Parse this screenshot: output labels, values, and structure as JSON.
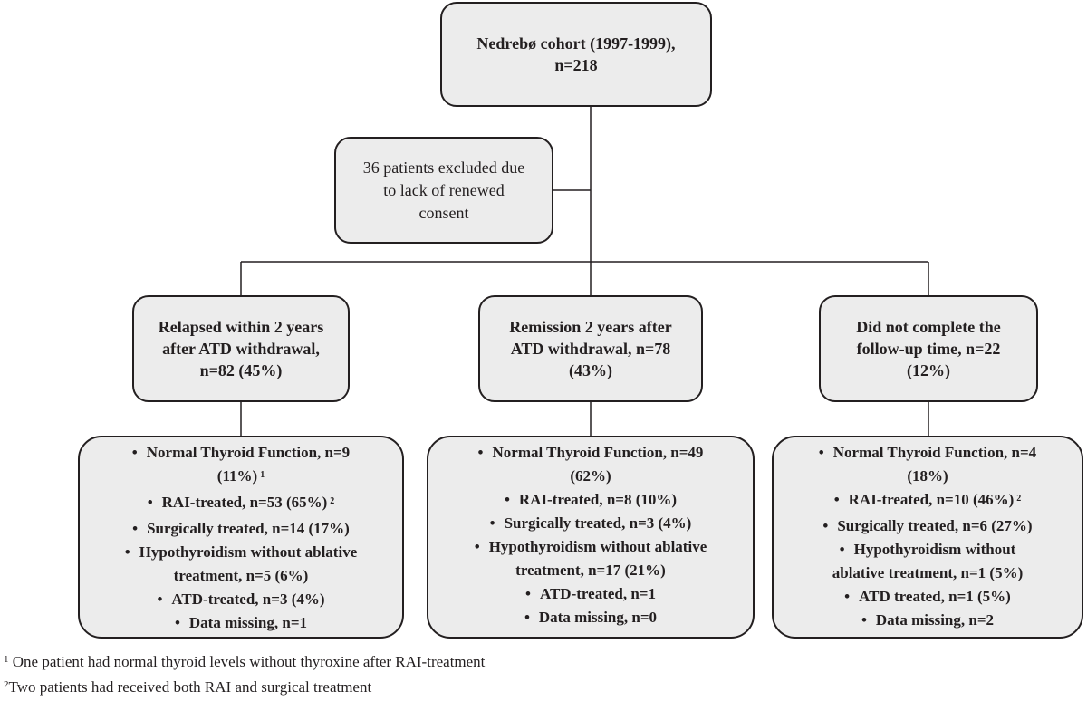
{
  "top_box": {
    "line1": "Nedrebø cohort (1997-1999),",
    "line2": "n=218"
  },
  "excluded_box": {
    "line1": "36 patients excluded due",
    "line2": "to lack of renewed",
    "line3": "consent"
  },
  "groups": [
    {
      "lines": [
        "Relapsed within 2 years",
        "after ATD withdrawal,",
        "n=82 (45%)"
      ]
    },
    {
      "lines": [
        "Remission 2 years after",
        "ATD withdrawal, n=78",
        "(43%)"
      ]
    },
    {
      "lines": [
        "Did not complete the",
        "follow-up time, n=22",
        "(12%)"
      ]
    }
  ],
  "outcomes": [
    {
      "items": [
        {
          "lines": [
            "Normal Thyroid Function, n=9",
            "(11%)"
          ],
          "sup": "1"
        },
        {
          "lines": [
            "RAI-treated, n=53 (65%)"
          ],
          "sup": "2"
        },
        {
          "lines": [
            "Surgically treated, n=14 (17%)"
          ],
          "sup": ""
        },
        {
          "lines": [
            "Hypothyroidism without ablative",
            "treatment, n=5 (6%)"
          ],
          "sup": ""
        },
        {
          "lines": [
            "ATD-treated, n=3 (4%)"
          ],
          "sup": ""
        },
        {
          "lines": [
            "Data missing, n=1"
          ],
          "sup": ""
        }
      ]
    },
    {
      "items": [
        {
          "lines": [
            "Normal Thyroid Function, n=49",
            "(62%)"
          ],
          "sup": ""
        },
        {
          "lines": [
            "RAI-treated, n=8 (10%)"
          ],
          "sup": ""
        },
        {
          "lines": [
            "Surgically treated, n=3 (4%)"
          ],
          "sup": ""
        },
        {
          "lines": [
            "Hypothyroidism without ablative",
            "treatment, n=17 (21%)"
          ],
          "sup": ""
        },
        {
          "lines": [
            "ATD-treated, n=1"
          ],
          "sup": ""
        },
        {
          "lines": [
            "Data missing, n=0"
          ],
          "sup": ""
        }
      ]
    },
    {
      "items": [
        {
          "lines": [
            "Normal Thyroid Function, n=4",
            "(18%)"
          ],
          "sup": ""
        },
        {
          "lines": [
            "RAI-treated, n=10 (46%)"
          ],
          "sup": "2"
        },
        {
          "lines": [
            "Surgically treated, n=6 (27%)"
          ],
          "sup": ""
        },
        {
          "lines": [
            "Hypothyroidism without",
            "ablative treatment, n=1 (5%)"
          ],
          "sup": ""
        },
        {
          "lines": [
            "ATD treated, n=1 (5%)"
          ],
          "sup": ""
        },
        {
          "lines": [
            "Data missing, n=2"
          ],
          "sup": ""
        }
      ]
    }
  ],
  "bullet_char": "•",
  "footnotes": [
    {
      "mark": "1",
      "text": " One patient had normal thyroid levels without thyroxine after RAI-treatment"
    },
    {
      "mark": "2",
      "text": "Two patients had received both RAI and surgical treatment"
    }
  ]
}
